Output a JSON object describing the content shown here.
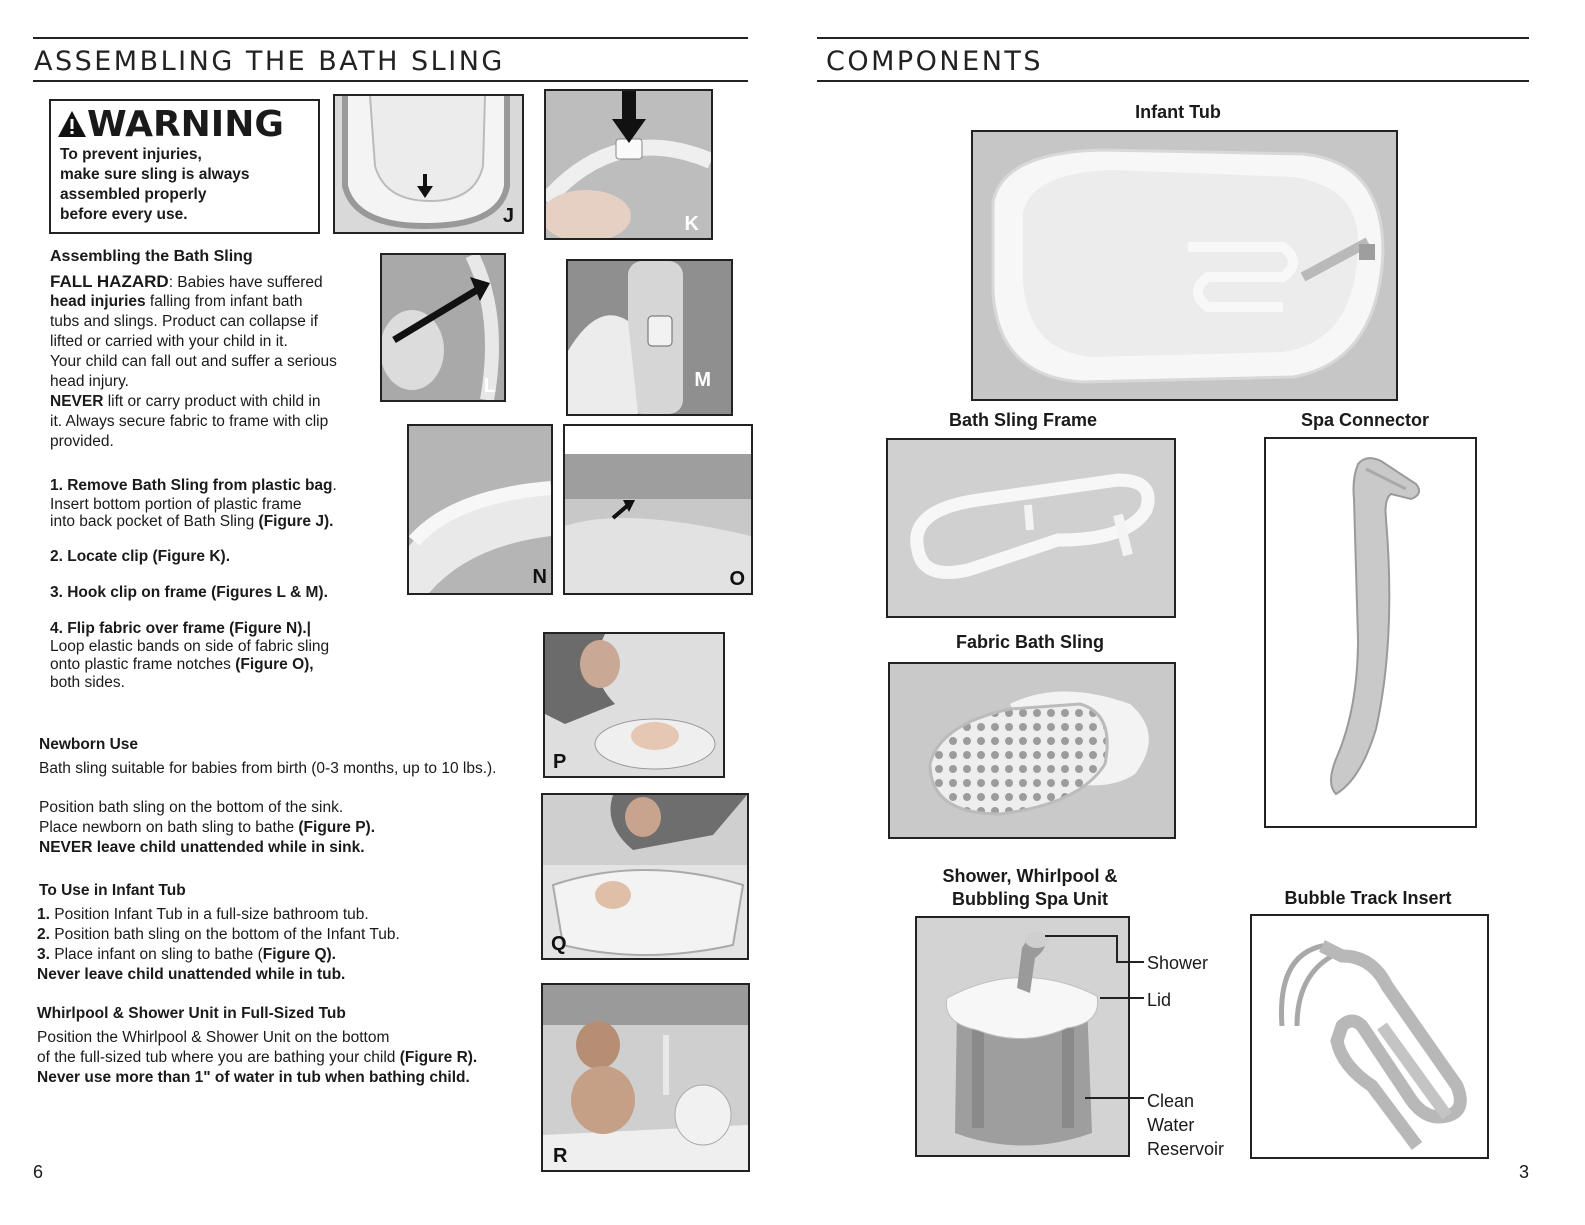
{
  "left_page": {
    "heading": "ASSEMBLING THE BATH SLING",
    "warning": {
      "title": "WARNING",
      "lines": [
        "To prevent injuries,",
        "make sure sling is always",
        "assembled properly",
        "before every use."
      ]
    },
    "assembling": {
      "heading": "Assembling the Bath Sling",
      "hazard_label": "FALL HAZARD",
      "hazard_text_1": ": Babies have suffered",
      "head_injuries": "head injuries",
      "hazard_text_2": " falling from infant bath",
      "lines": [
        "tubs and slings. Product can collapse if",
        "lifted or carried with your child in it.",
        "Your child can fall out and suffer a serious",
        "head injury."
      ],
      "never": "NEVER",
      "never_text": " lift or carry product with child in",
      "lines2": [
        "it. Always secure fabric to frame with clip",
        "provided."
      ]
    },
    "steps": {
      "s1_bold": "1. Remove Bath Sling from  plastic bag",
      "s1_end": ".",
      "s1_l2": "Insert bottom portion of plastic frame",
      "s1_l3": "into back pocket  of Bath Sling ",
      "s1_l3_bold": "(Figure J).",
      "s2": "2. Locate clip (Figure K).",
      "s3_bold": "3. Hook clip on frame ",
      "s3_bold2": "(Figures L & M).",
      "s4_bold": "4. Flip fabric over frame (Figure N).|",
      "s4_l2": "Loop elastic bands on side of fabric sling",
      "s4_l3": "onto plastic frame notches ",
      "s4_l3_bold": "(Figure O),",
      "s4_l4": "both sides."
    },
    "newborn": {
      "heading": "Newborn Use",
      "l1": "Bath sling suitable for babies from birth (0-3 months, up to 10 lbs.).",
      "l2": "Position bath sling on the bottom of the sink.",
      "l3": "Place newborn on bath sling to bathe ",
      "l3_bold": "(Figure P).",
      "l4": "NEVER leave child unattended while in sink."
    },
    "infant_tub": {
      "heading": "To Use in Infant Tub",
      "n1": "1.",
      "l1": " Position Infant Tub in a full-size bathroom tub.",
      "n2": "2.",
      "l2": " Position bath sling on the bottom of the Infant Tub.",
      "n3": "3.",
      "l3": " Place infant on sling to bathe (",
      "l3_bold": "Figure Q).",
      "l4": "Never leave child unattended while in tub."
    },
    "whirlpool": {
      "heading": "Whirlpool & Shower Unit in Full-Sized Tub",
      "l1": "Position the Whirlpool & Shower Unit on the bottom",
      "l2": "of the full-sized tub where you are bathing your child ",
      "l2_bold": "(Figure R).",
      "l3": "Never use more than 1\" of water in tub when bathing child."
    },
    "figures": {
      "j": "J",
      "k": "K",
      "l": "L",
      "m": "M",
      "n": "N",
      "o": "O",
      "p": "P",
      "q": "Q",
      "r": "R"
    },
    "page_number": "6"
  },
  "right_page": {
    "heading": "COMPONENTS",
    "infant_tub": "Infant Tub",
    "bath_sling_frame": "Bath Sling Frame",
    "spa_connector": "Spa Connector",
    "fabric_bath_sling": "Fabric Bath Sling",
    "spa_unit_l1": "Shower, Whirlpool &",
    "spa_unit_l2": "Bubbling Spa Unit",
    "bubble_track": "Bubble Track Insert",
    "callouts": {
      "shower": "Shower",
      "lid": "Lid",
      "reservoir_1": "Clean",
      "reservoir_2": "Water",
      "reservoir_3": "Reservoir"
    },
    "page_number": "3"
  }
}
